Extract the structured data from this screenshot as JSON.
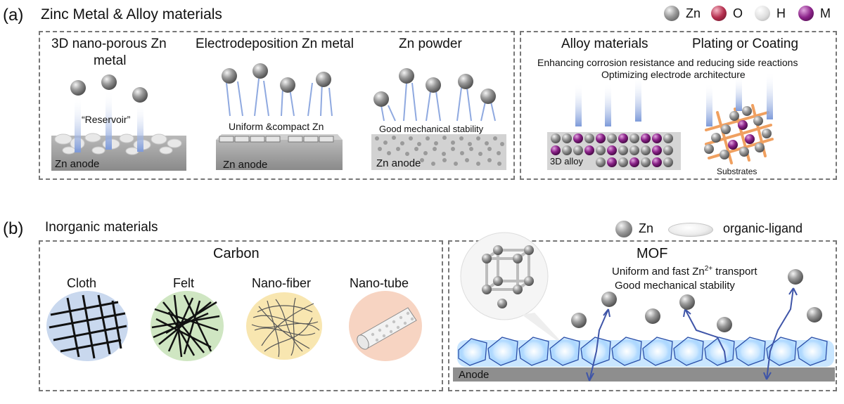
{
  "colors": {
    "zn": "#8c8c8c",
    "o": "#b5304f",
    "h": "#dedede",
    "m": "#8b2389",
    "arrow": "#8fa9e0",
    "mof_glow": "#7ec3ff",
    "mof_line": "#2a4fa8",
    "anode": "#8e8e8e"
  },
  "panel_a": {
    "label": "(a)",
    "title": "Zinc Metal & Alloy materials",
    "legend": [
      {
        "symbol": "zn-ball",
        "label": "Zn"
      },
      {
        "symbol": "o-ball",
        "label": "O"
      },
      {
        "symbol": "h-ball",
        "label": "H"
      },
      {
        "symbol": "m-ball",
        "label": "M"
      }
    ],
    "porous": {
      "title_line1": "3D nano-porous Zn",
      "title_line2": "metal",
      "note": "“Reservoir”",
      "base": "Zn anode"
    },
    "electrodeposition": {
      "title": "Electrodeposition Zn metal",
      "note": "Uniform &compact Zn",
      "base": "Zn anode"
    },
    "powder": {
      "title": "Zn powder",
      "note": "Good mechanical stability",
      "base": "Zn anode"
    },
    "alloy": {
      "title": "Alloy materials",
      "base": "3D alloy"
    },
    "coating": {
      "title": "Plating or Coating",
      "base": "Substrates"
    },
    "benefit_line1": "Enhancing corrosion resistance and reducing side reactions",
    "benefit_line2": "Optimizing electrode architecture"
  },
  "panel_b": {
    "label": "(b)",
    "title": "Inorganic materials",
    "legend": [
      {
        "symbol": "zn-ball",
        "label": "Zn"
      },
      {
        "symbol": "organic-ligand-ellipse",
        "label": "organic-ligand"
      }
    ],
    "carbon": {
      "title": "Carbon",
      "items": [
        {
          "label": "Cloth",
          "color": "#c9d8ee"
        },
        {
          "label": "Felt",
          "color": "#cfe6c2"
        },
        {
          "label": "Nano-fiber",
          "color": "#f8e6b0"
        },
        {
          "label": "Nano-tube",
          "color": "#f7d4c2"
        }
      ]
    },
    "mof": {
      "title": "MOF",
      "line1_pre": "Uniform and fast Zn",
      "line1_sup": "2+",
      "line1_post": " transport",
      "line2": "Good mechanical stability",
      "base": "Anode"
    }
  }
}
